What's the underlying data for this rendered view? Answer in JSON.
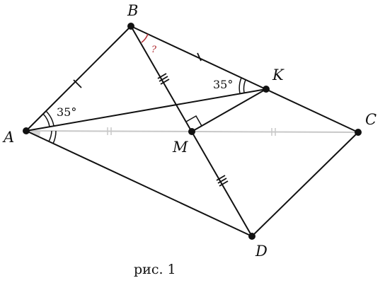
{
  "figure": {
    "caption": "рис. 1",
    "points": {
      "A": "A",
      "B": "B",
      "C": "C",
      "D": "D",
      "K": "K",
      "M": "M"
    },
    "angle_labels": {
      "BAK": "35°",
      "AKB": "35°",
      "unknown": "?"
    },
    "colors": {
      "stroke": "#111111",
      "diagonal": "#c8c8c8",
      "shade": "#d8d8d8",
      "unknown_angle": "#b0282e"
    }
  }
}
